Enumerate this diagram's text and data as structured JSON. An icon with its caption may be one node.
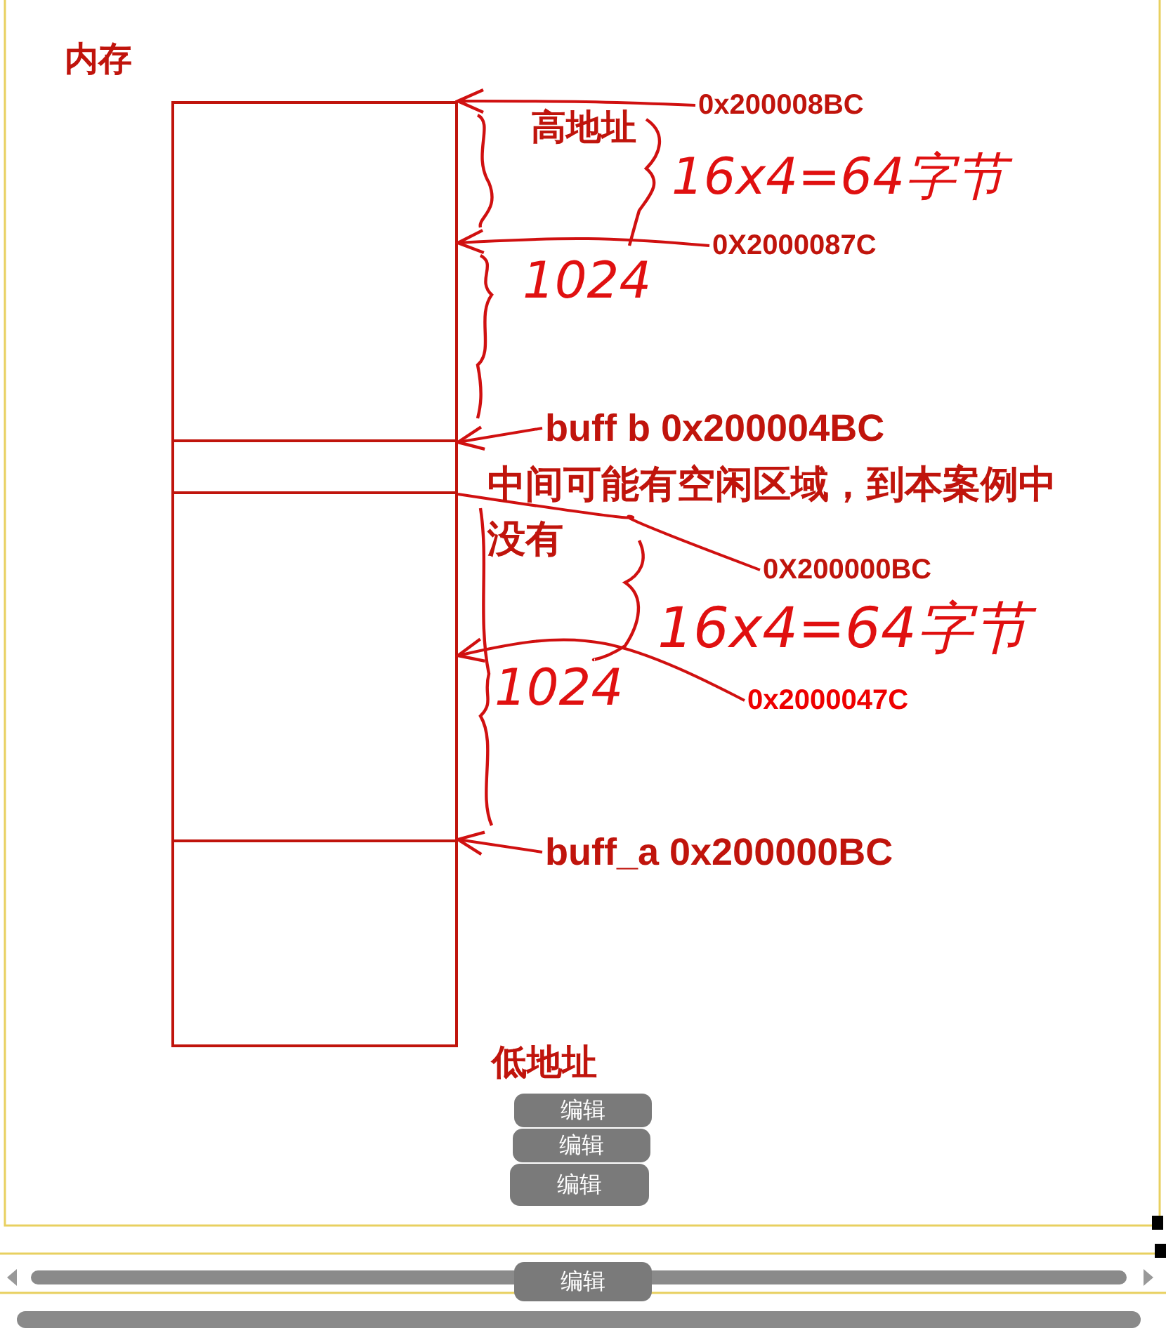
{
  "diagram": {
    "title": "内存",
    "nodes": [
      {
        "text": [],
        "shape": "box"
      },
      {
        "text": [],
        "shape": "box"
      },
      {
        "text": [],
        "shape": "box"
      },
      {
        "text": [],
        "shape": "box"
      },
      {
        "text": [
          "0x200008BC"
        ]
      },
      {
        "text": [
          "0X2000087C"
        ]
      },
      {
        "text": [
          "buff b 0x200004BC"
        ]
      },
      {
        "text": [
          "0X200000BC"
        ]
      },
      {
        "text": [
          "0x2000047C"
        ]
      },
      {
        "text": [
          "buff_a 0x200000BC"
        ]
      }
    ],
    "edges": [
      {
        "from": 4,
        "to": 0,
        "arrow": "to"
      },
      {
        "from": 5,
        "to": 0,
        "arrow": "to"
      },
      {
        "from": 6,
        "to": 0,
        "arrow": "to"
      },
      {
        "from": 7,
        "to": 2,
        "arrow": "none"
      },
      {
        "from": 8,
        "to": 2,
        "arrow": "to"
      },
      {
        "from": 9,
        "to": 3,
        "arrow": "to"
      }
    ],
    "labels": [
      "高地址",
      "16x4=64字节",
      "1024",
      "中间可能有空闲区域，到本案例中没有",
      "16x4=64字节",
      "1024",
      "低地址",
      "编辑",
      "编辑",
      "编辑",
      "编辑"
    ]
  }
}
